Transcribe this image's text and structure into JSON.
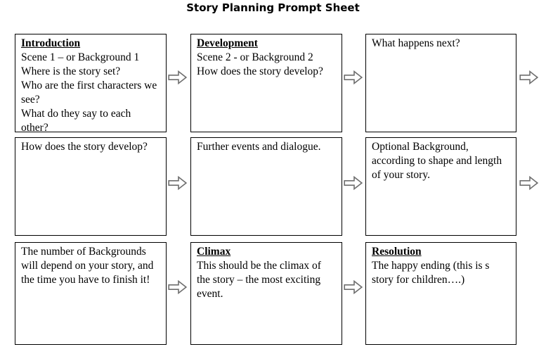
{
  "title": "Story Planning Prompt Sheet",
  "boxes": [
    {
      "heading": "Introduction",
      "lines": [
        "Scene 1 – or Background 1",
        "Where is the story set?",
        "Who are the first characters we see?",
        "What do they say to each other?"
      ]
    },
    {
      "heading": "Development",
      "lines": [
        "Scene 2 - or Background 2",
        "How does the story develop?"
      ]
    },
    {
      "heading": "",
      "lines": [
        "What happens next?"
      ]
    },
    {
      "heading": "",
      "lines": [
        "How does the story develop?"
      ]
    },
    {
      "heading": "",
      "lines": [
        "Further events and dialogue."
      ]
    },
    {
      "heading": "",
      "lines": [
        "Optional Background, according to shape and length of your story."
      ]
    },
    {
      "heading": "",
      "lines": [
        "The number of Backgrounds will depend on your story, and the time you have to finish it!"
      ]
    },
    {
      "heading": "Climax",
      "lines": [
        "This should be the climax of the story – the most exciting event."
      ]
    },
    {
      "heading": "Resolution",
      "lines": [
        "The happy ending (this is s story for children….)"
      ]
    }
  ],
  "icons": {
    "flow_arrow": "right-block-arrow"
  },
  "colors": {
    "background": "#ffffff",
    "text": "#000000",
    "box_border": "#000000",
    "arrow_outline": "#6e6e6e",
    "arrow_fill": "#ffffff"
  }
}
